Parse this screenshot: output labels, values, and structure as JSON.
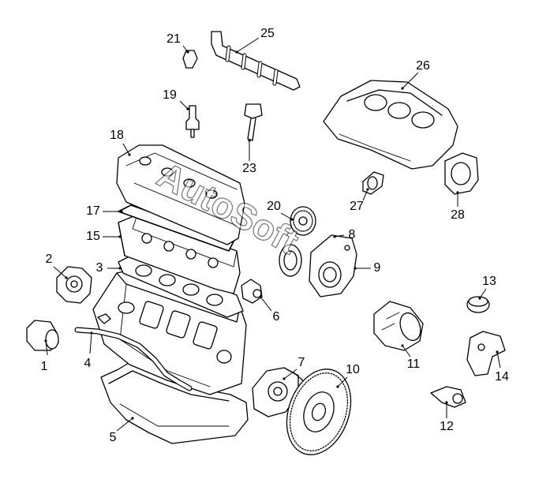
{
  "watermark": "AutoSoft",
  "callouts": [
    {
      "label": "1"
    },
    {
      "label": "2"
    },
    {
      "label": "3"
    },
    {
      "label": "4"
    },
    {
      "label": "5"
    },
    {
      "label": "6"
    },
    {
      "label": "7"
    },
    {
      "label": "8"
    },
    {
      "label": "9"
    },
    {
      "label": "10"
    },
    {
      "label": "11"
    },
    {
      "label": "12"
    },
    {
      "label": "13"
    },
    {
      "label": "14"
    },
    {
      "label": "15"
    },
    {
      "label": "17"
    },
    {
      "label": "18"
    },
    {
      "label": "19"
    },
    {
      "label": "20"
    },
    {
      "label": "21"
    },
    {
      "label": "23"
    },
    {
      "label": "25"
    },
    {
      "label": "26"
    },
    {
      "label": "27"
    },
    {
      "label": "28"
    }
  ]
}
